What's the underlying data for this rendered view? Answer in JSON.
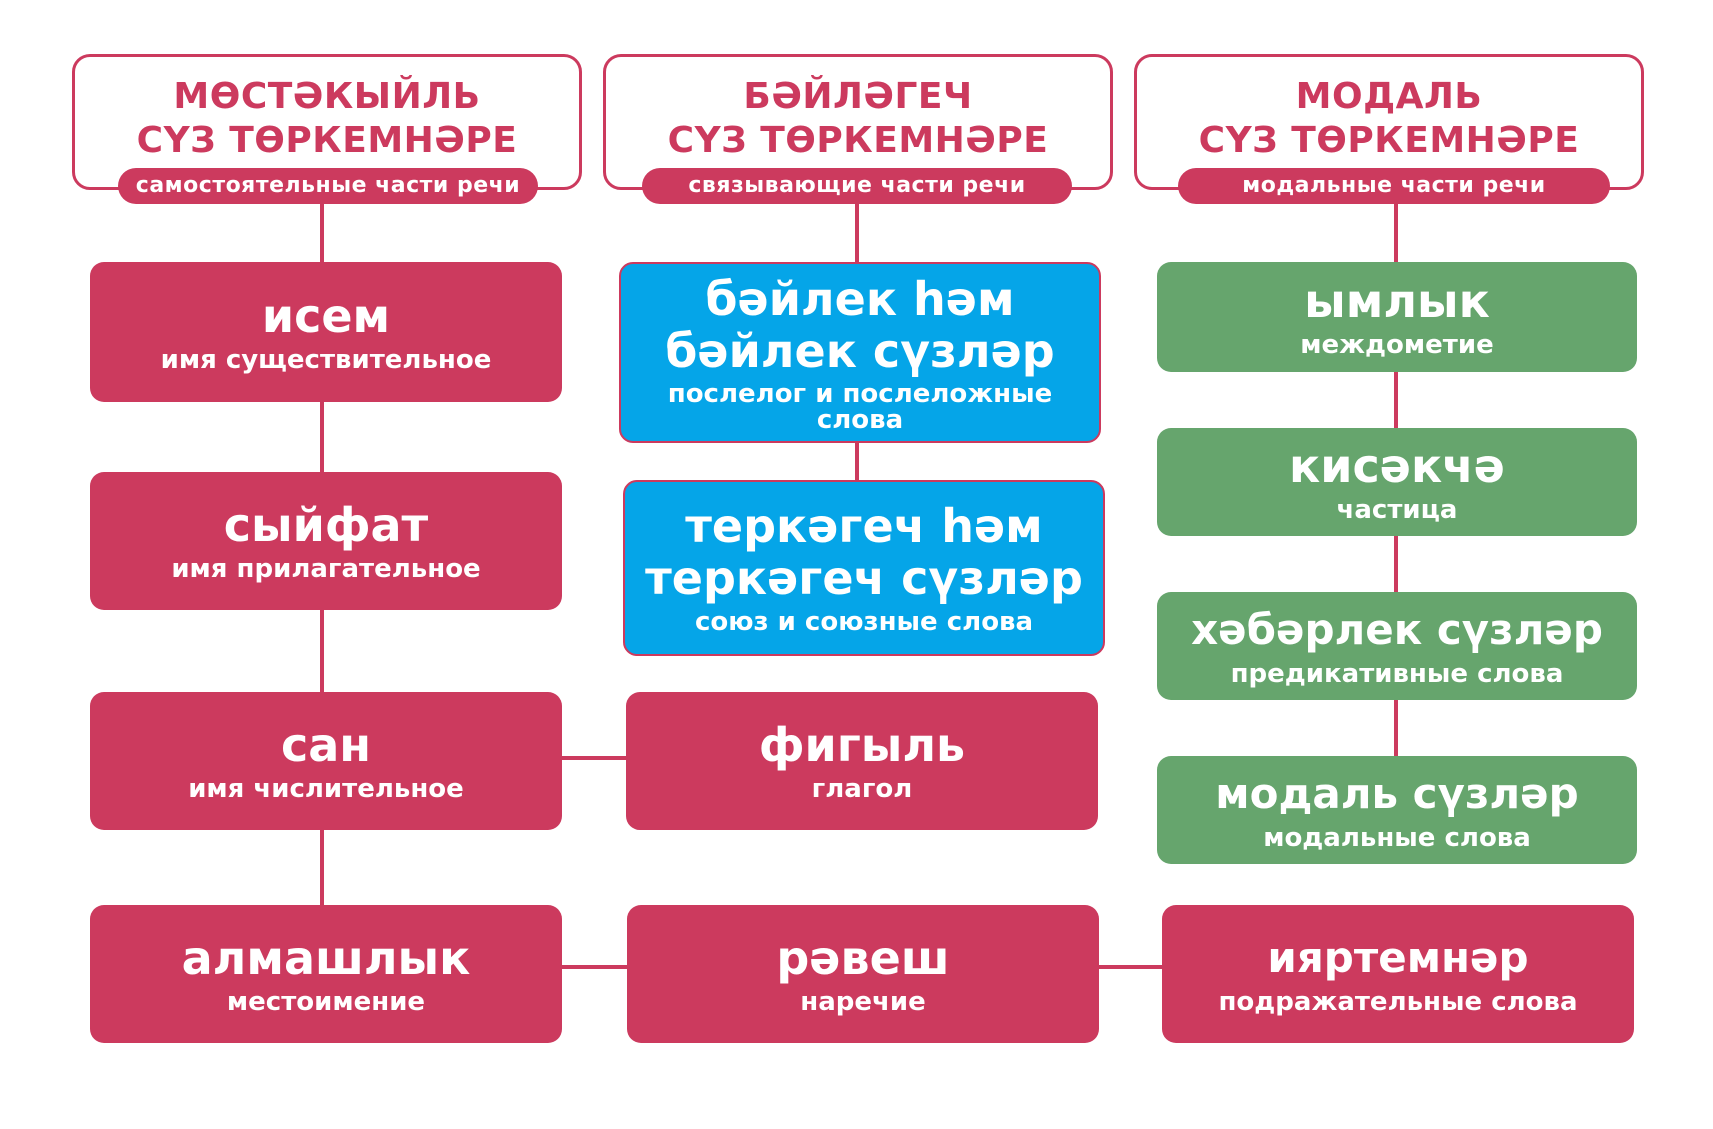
{
  "colors": {
    "accent": "#cc3a5e",
    "blue": "#05a5e8",
    "green": "#66a56d",
    "white": "#ffffff"
  },
  "columns": [
    {
      "title_lines": [
        "МӨСТӘКЫЙЛЬ",
        "СҮЗ ТӨРКЕМНӘРЕ"
      ],
      "subtitle": "самостоятельные части речи"
    },
    {
      "title_lines": [
        "БӘЙЛӘГЕЧ",
        "СҮЗ ТӨРКЕМНӘРЕ"
      ],
      "subtitle": "связывающие части речи"
    },
    {
      "title_lines": [
        "МОДАЛЬ",
        "СҮЗ ТӨРКЕМНӘРЕ"
      ],
      "subtitle": "модальные части речи"
    }
  ],
  "nodes": {
    "isem": {
      "term": [
        "исем"
      ],
      "gloss": "имя существительное"
    },
    "syifat": {
      "term": [
        "сыйфат"
      ],
      "gloss": "имя прилагательное"
    },
    "san": {
      "term": [
        "сан"
      ],
      "gloss": "имя числительное"
    },
    "almashlyk": {
      "term": [
        "алмашлык"
      ],
      "gloss": "местоимение"
    },
    "bailek": {
      "term": [
        "бәйлек һәм",
        "бәйлек сүзләр"
      ],
      "gloss": "послелог и послеложные слова"
    },
    "terkagech": {
      "term": [
        "теркәгеч һәм",
        "теркәгеч сүзләр"
      ],
      "gloss": "союз и союзные слова"
    },
    "figyl": {
      "term": [
        "фигыль"
      ],
      "gloss": "глагол"
    },
    "ravesh": {
      "term": [
        "рәвеш"
      ],
      "gloss": "наречие"
    },
    "ymlyk": {
      "term": [
        "ымлык"
      ],
      "gloss": "междометие"
    },
    "kisakcha": {
      "term": [
        "кисәкчә"
      ],
      "gloss": "частица"
    },
    "khabarlek": {
      "term": [
        "хәбәрлек сүзләр"
      ],
      "gloss": "предикативные слова"
    },
    "modal": {
      "term": [
        "модаль сүзләр"
      ],
      "gloss": "модальные слова"
    },
    "iyartemnar": {
      "term": [
        "ияртемнәр"
      ],
      "gloss": "подражательные слова"
    }
  }
}
